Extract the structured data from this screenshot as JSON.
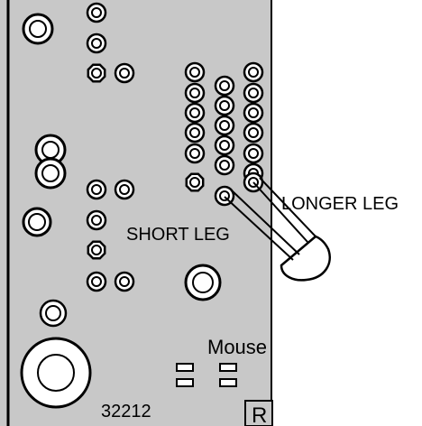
{
  "labels": {
    "longer_leg": "LONGER LEG",
    "short_leg": "SHORT LEG",
    "mouse": "Mouse",
    "part_number": "32212",
    "corner_mark": "R"
  },
  "colors": {
    "board": "#c8c8c8",
    "outline": "#000000",
    "background": "#ffffff",
    "pad_fill": "#ffffff"
  }
}
